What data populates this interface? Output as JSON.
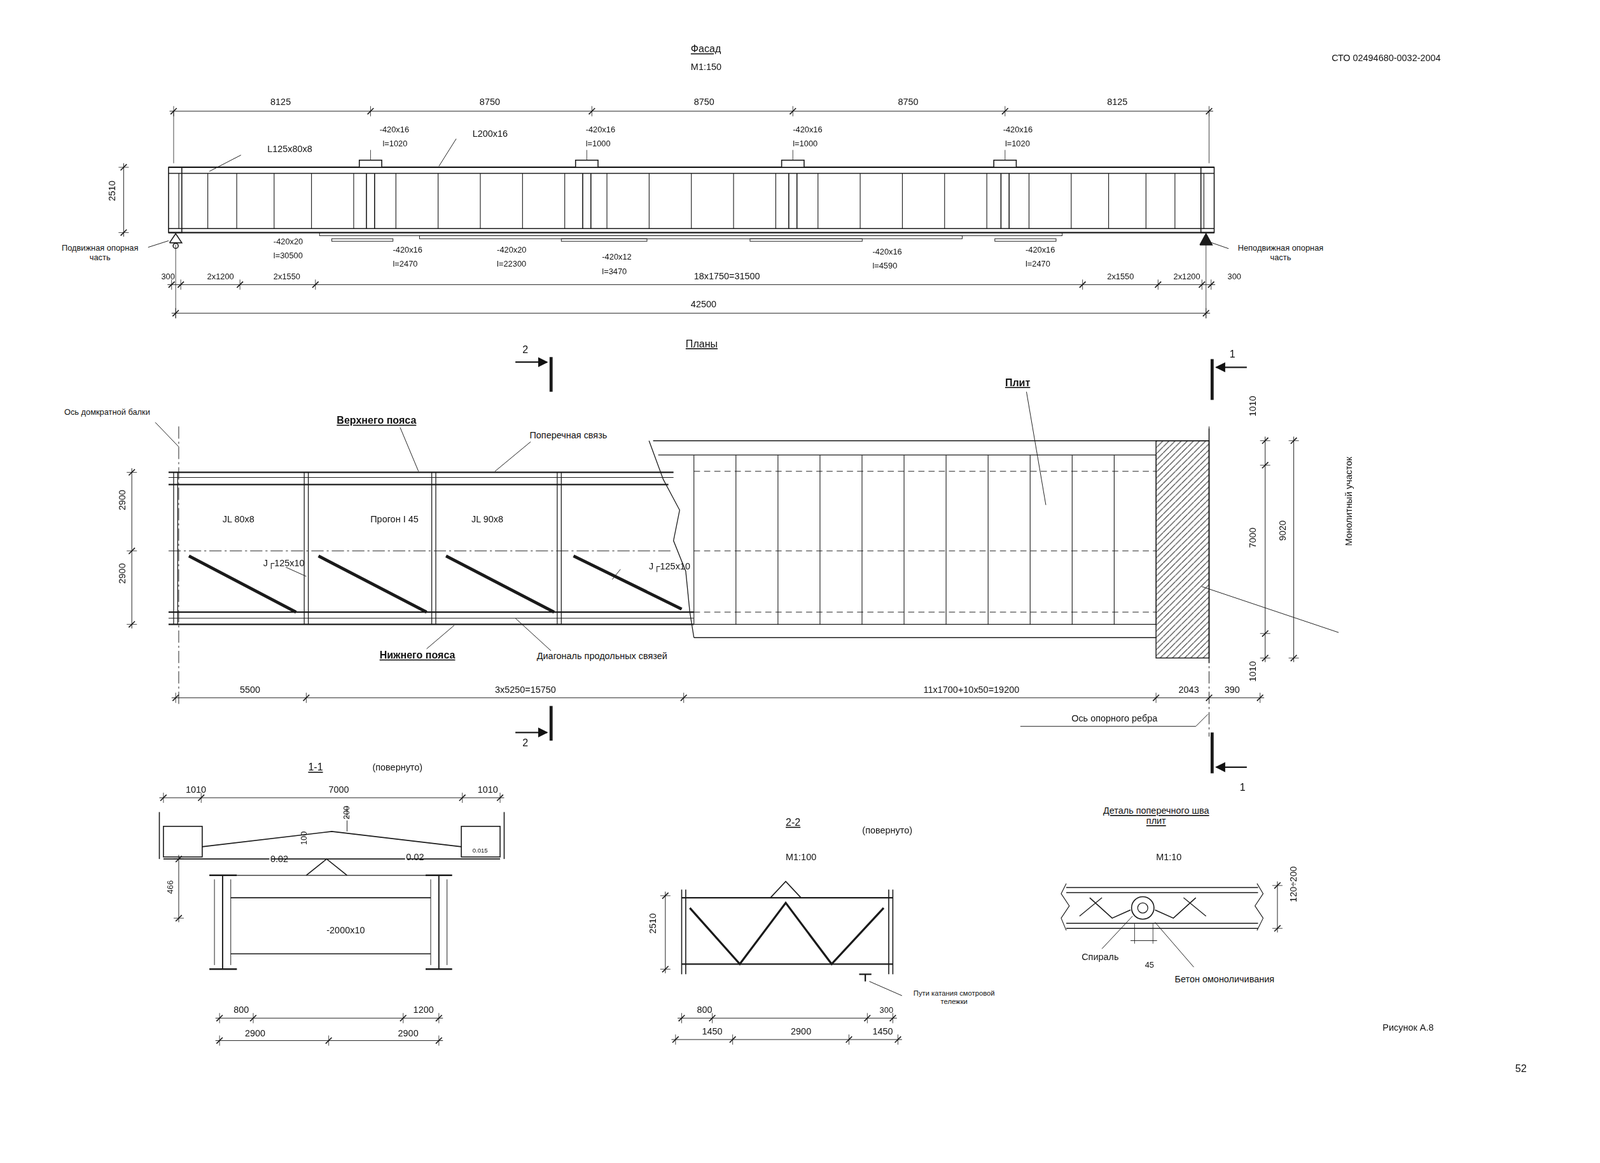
{
  "diagram": {
    "caption": "Рисунок А.8",
    "labels": [
      "СТО 02494680-0032-2004",
      "Фасад",
      "М1:150",
      "8125",
      "8750",
      "8750",
      "8750",
      "8125",
      "L125x80x8",
      "-420x16",
      "l=1020",
      "L200x16",
      "-420x16",
      "l=1000",
      "-420x16",
      "l=1000",
      "-420x16",
      "l=1020",
      "2510",
      "Подвижная опорная часть",
      "-420x20",
      "l=30500",
      "-420x16",
      "l=2470",
      "-420x20",
      "l=22300",
      "-420x12",
      "l=3470",
      "-420x16",
      "l=4590",
      "-420x16",
      "l=2470",
      "Неподвижная опорная часть",
      "300",
      "2x1200",
      "2x1550",
      "18x1750=31500",
      "2x1550",
      "2x1200",
      "300",
      "42500",
      "Планы",
      "2",
      "1",
      "Ось домкратной балки",
      "Верхнего пояса",
      "Поперечная связь",
      "Плит",
      "1010",
      "7000",
      "9020",
      "Монолитный участок",
      "2900",
      "2900",
      "JL 80x8",
      "Прогон I 45",
      "JL 90x8",
      "J┌125x10",
      "J┌125x10",
      "Нижнего пояса",
      "Диагональ продольных связей",
      "5500",
      "3x5250=15750",
      "11x1700+10x50=19200",
      "2043",
      "390",
      "1010",
      "Ось опорного ребра",
      "2",
      "1",
      "1-1",
      "(повернуто)",
      "1010",
      "7000",
      "1010",
      "200",
      "100",
      "0.02",
      "0.02",
      "0.015",
      "466",
      "-2000x10",
      "800",
      "1200",
      "2900",
      "2900",
      "2-2",
      "(повернуто)",
      "М1:100",
      "2510",
      "800",
      "300",
      "1450",
      "2900",
      "1450",
      "Пути катания смотровой тележки",
      "Деталь поперечного шва плит",
      "М1:10",
      "120÷200",
      "Спираль",
      "45",
      "Бетон омоноличивания",
      "52"
    ]
  }
}
